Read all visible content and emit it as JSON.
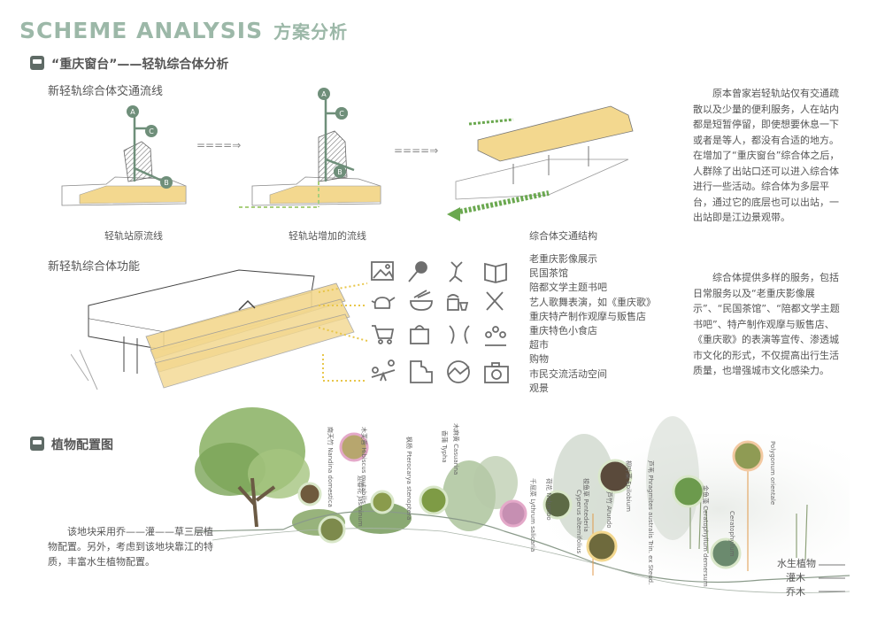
{
  "title": {
    "en": "SCHEME ANALYSIS",
    "cn": "方案分析"
  },
  "section1": {
    "title": "“重庆窗台”——轻轨综合体分析",
    "traffic_title": "新轻轨综合体交通流线",
    "captions": [
      "轻轨站原流线",
      "轻轨站增加的流线",
      "综合体交通结构"
    ],
    "node_labels": {
      "a": "A",
      "b": "B",
      "c": "C"
    },
    "arrow": "====⇒",
    "function_title": "新轻轨综合体功能",
    "functions": [
      "老重庆影像展示",
      "民国茶馆",
      "陪都文学主题书吧",
      "艺人歌舞表演，如《重庆歌》",
      "重庆特产制作观摩与贩售店",
      "重庆特色小食店",
      "超市",
      "购物",
      "市民交流活动空间",
      "观景"
    ],
    "para1": "原本曾家岩轻轨站仅有交通疏散以及少量的便利服务，人在站内都是短暂停留，即使想要休息一下或者是等人，都没有合适的地方。在增加了“重庆窗台”综合体之后，人群除了出站口还可以进入综合体进行一些活动。综合体为多层平台，通过它的底层也可以出站，一出站即是江边景观带。",
    "para2": "综合体提供多样的服务，包括日常服务以及“老重庆影像展示”、“民国茶馆”、“陪都文学主题书吧”、特产制作观摩与贩售店、《重庆歌》的表演等宣传、渗透城市文化的形式，不仅提高出行生活质量，也增强城市文化感染力。",
    "icons": [
      "image-icon",
      "microphone-icon",
      "dancer-icon",
      "book-icon",
      "teapot-icon",
      "noodle-bowl-icon",
      "fast-food-icon",
      "cutlery-icon",
      "cart-icon",
      "shopping-bag-icon",
      "faces-icon",
      "crowd-icon",
      "seesaw-icon",
      "puzzle-icon",
      "landscape-icon",
      "camera-icon"
    ]
  },
  "section2": {
    "title": "植物配置图",
    "para": "该地块采用乔——灌——草三层植物配置。另外，考虑到该地块靠江的特质，丰富水生植物配置。",
    "layers": [
      "水生植物",
      "灌木",
      "乔木"
    ],
    "plants": [
      "南天竹 Nandina domestica",
      "木芙蓉 Hibiscus mutabilis",
      "迎春花 Jasminum",
      "枫杨 Pterocarya stenoptera",
      "木麻黄 Casuarina",
      "香蒲 Typha",
      "千屈菜 Lythrum salicaria",
      "荷花 Nelumbo",
      "柳叶菜 Epilobium",
      "梭鱼草 Pontederia",
      "芦竹 Arundo",
      "金鱼藻 Ceratophyllum demersum",
      "芦苇 Phragmites australis Trin. ex Steud.",
      "Ceratophyllum",
      "Polygonum orientale",
      "Cyperus alternifolius"
    ]
  },
  "colors": {
    "accent": "#9cb8a8",
    "yellow": "#f3d88f",
    "dot": "#e8c64a",
    "green_arrow": "#6aa84f",
    "icon_gray": "#6e6e6e"
  }
}
